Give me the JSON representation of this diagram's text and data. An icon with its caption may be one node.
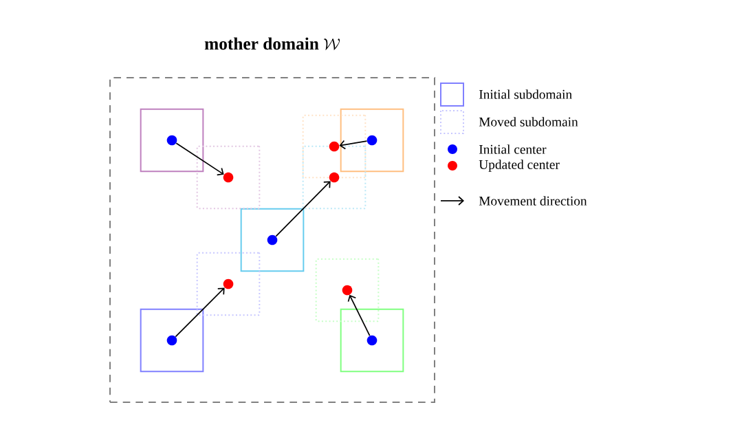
{
  "diagram": {
    "nodes": [
      {
        "text": [
          "mother domain",
          "\\mathcal{W}"
        ]
      },
      {
        "text": [],
        "shape": "box",
        "in": 0
      },
      {
        "text": [],
        "shape": "box",
        "in": 0
      },
      {
        "text": [],
        "shape": "box",
        "in": 0
      },
      {
        "text": [],
        "shape": "box",
        "in": 0
      },
      {
        "text": [],
        "shape": "box",
        "in": 0
      },
      {
        "text": [],
        "shape": "box",
        "in": 0
      },
      {
        "text": [],
        "shape": "box",
        "in": 0
      },
      {
        "text": [],
        "shape": "box",
        "in": 0
      },
      {
        "text": [],
        "shape": "box",
        "in": 0
      },
      {
        "text": [],
        "shape": "box",
        "in": 0
      },
      {
        "text": [],
        "shape": "circle",
        "in": 1
      },
      {
        "text": [],
        "shape": "circle",
        "in": 2
      },
      {
        "text": [],
        "shape": "circle",
        "in": 3
      },
      {
        "text": [],
        "shape": "circle",
        "in": 4
      },
      {
        "text": [],
        "shape": "circle",
        "in": 5
      },
      {
        "text": [],
        "shape": "circle",
        "in": 6
      },
      {
        "text": [],
        "shape": "circle",
        "in": 7
      },
      {
        "text": [],
        "shape": "circle",
        "in": 8
      },
      {
        "text": [],
        "shape": "circle",
        "in": 9
      },
      {
        "text": [],
        "shape": "circle",
        "in": 10
      }
    ],
    "edges": [
      {
        "from": 11,
        "to": 16,
        "arrow": "to"
      },
      {
        "from": 12,
        "to": 17,
        "arrow": "to"
      },
      {
        "from": 13,
        "to": 18,
        "arrow": "to"
      },
      {
        "from": 14,
        "to": 19,
        "arrow": "to"
      },
      {
        "from": 15,
        "to": 20,
        "arrow": "to"
      }
    ],
    "legend": [
      {
        "text": "Initial subdomain"
      },
      {
        "text": "Moved subdomain"
      },
      {
        "text": "Initial center",
        "color": "#0000ff"
      },
      {
        "text": "Updated center",
        "color": "#ff0000"
      },
      {
        "text": "Movement direction"
      }
    ]
  }
}
